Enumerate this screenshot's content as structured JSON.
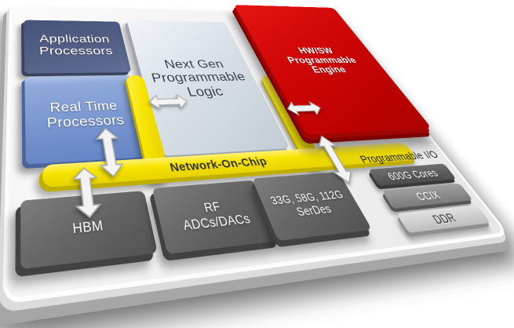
{
  "diagram": {
    "blocks": {
      "application_processors": {
        "label": "Application\nProcessors",
        "color": "#4e5c80"
      },
      "realtime_processors": {
        "label": "Real Time\nProcessors",
        "color": "#7b97cf"
      },
      "programmable_logic": {
        "label": "Next Gen\nProgrammable\nLogic",
        "color": "#dde3e9"
      },
      "programmable_engine": {
        "label": "HW/SW\nProgrammable\nEngine",
        "color": "#d00505"
      },
      "hbm": {
        "label": "HBM",
        "color": "#676767"
      },
      "rf": {
        "label": "RF\nADCs/DACs",
        "color": "#676767"
      },
      "serdes": {
        "label": "33G, 58G, 112G\nSerDes",
        "color": "#676767"
      }
    },
    "noc": {
      "label": "Network-On-Chip",
      "color": "#f7e400"
    },
    "io": {
      "title": "Programmable I/O",
      "bars": [
        {
          "label": "600G Cores",
          "color": "#555555"
        },
        {
          "label": "CCIX",
          "color": "#8a8a8a"
        },
        {
          "label": "DDR",
          "color": "#cfcfcf"
        }
      ]
    },
    "icons": {
      "bidirectional_arrow": "double-headed-arrow"
    },
    "palette": {
      "board": "#f1f1f1",
      "board_side": "#a6a6a6",
      "yellow": "#f7e400",
      "red": "#d00505",
      "blue_dark": "#4e5c80",
      "blue": "#7b97cf",
      "logic_silver": "#dde3e9",
      "block_gray": "#676767",
      "text_light": "#ffffff",
      "text_dark": "#3a3f45"
    }
  }
}
